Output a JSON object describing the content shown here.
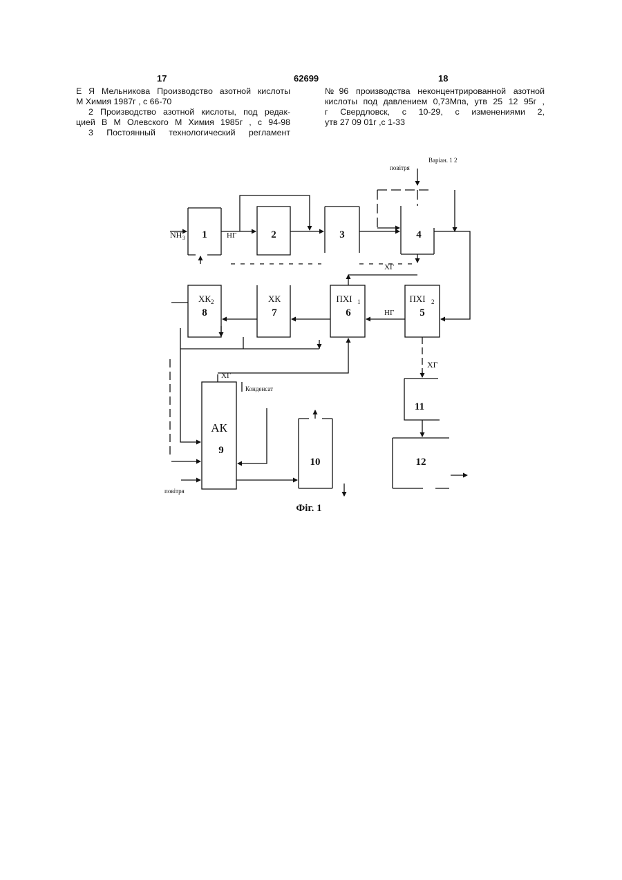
{
  "page": {
    "left_page_number": "17",
    "patent_number": "62699",
    "right_page_number": "18"
  },
  "left_column": {
    "lines": [
      "Е Я Мельникова  Производство азотной кислоты",
      "М  Химия  1987г , с 66-70",
      "2  Производство азотной кислоты, под редак-",
      "цией В М Олевского  М  Химия  1985г , с 94-98",
      "3   Постоянный   технологический   регламент"
    ]
  },
  "right_column": {
    "lines": [
      "№96 производства неконцентрированной азотной",
      "кислоты  под  давлением  0,73Мпа,  утв 25 12 95г ,",
      "г Свердловск,     с 10-29,     с     изменениями     2,",
      "утв 27 09 01г ,с 1-33"
    ]
  },
  "diagram": {
    "caption": "Фіг. 1",
    "blocks": {
      "b1": "1",
      "b2": "2",
      "b3": "3",
      "b4": "4",
      "b5_label": "ПХІ",
      "b5_sub": "2",
      "b5_num": "5",
      "b6_label": "ПХІ",
      "b6_sub": "1",
      "b6_num": "6",
      "b7_label": "ХК",
      "b7_num": "7",
      "b8_label": "ХК",
      "b8_sub": "2",
      "b8_num": "8",
      "b9_label": "АК",
      "b9_num": "9",
      "b10": "10",
      "b11": "11",
      "b12": "12"
    },
    "labels": {
      "nh3_main": "NH",
      "nh3_sub": "3",
      "ng_1_2": "НГ",
      "variant": "Варіан. 1 2",
      "air_top": "повітря",
      "hg_4_6": "ХГ",
      "ng_5_6": "НГ",
      "hg_5_11": "ХГ",
      "hg_9_6": "ХГ",
      "condensate": "Конденсат",
      "air_bottom": "повітря"
    }
  }
}
